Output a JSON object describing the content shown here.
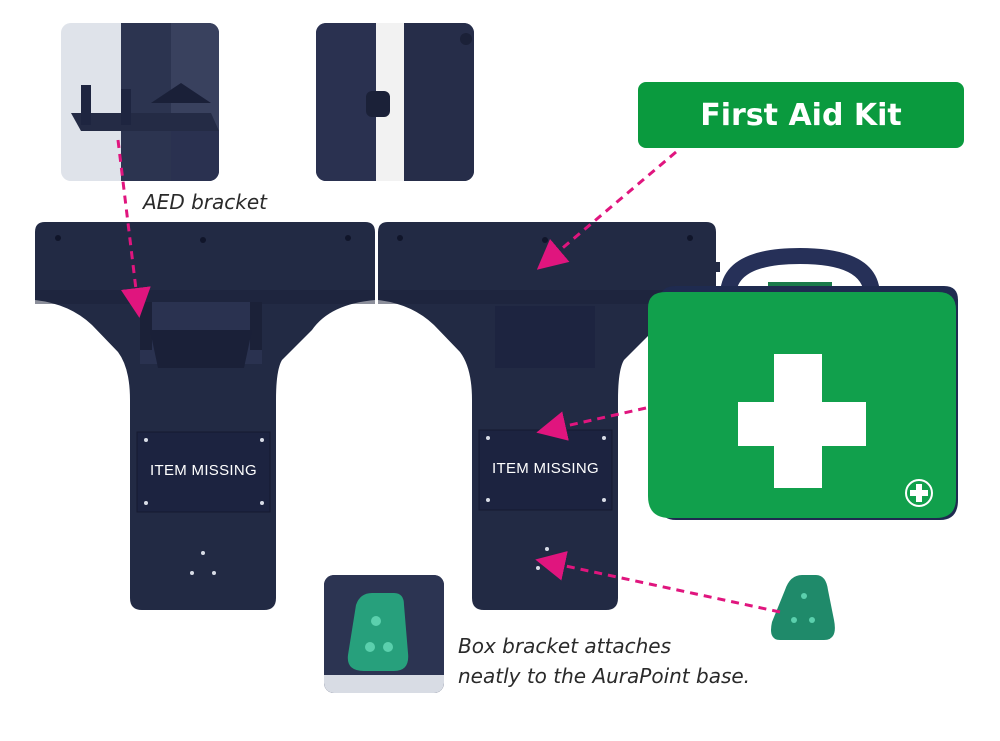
{
  "captions": {
    "aed_bracket": "AED bracket",
    "box_bracket_line1": "Box bracket attaches",
    "box_bracket_line2": "neatly to the AuraPoint base."
  },
  "banner": {
    "text": "First Aid Kit"
  },
  "panels": [
    {
      "label": "ITEM MISSING"
    },
    {
      "label": "ITEM MISSING"
    }
  ],
  "colors": {
    "panel_navy": "#222a44",
    "panel_shadow": "#161c30",
    "kit_green": "#11a04c",
    "bracket_teal": "#1f8a6a",
    "arrow_magenta": "#e0157e",
    "banner_green": "#0a9a3e"
  }
}
